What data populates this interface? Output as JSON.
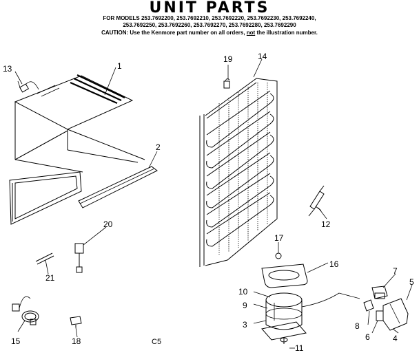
{
  "header": {
    "title": "UNIT PARTS",
    "models_line1": "FOR MODELS 253.7692200, 253.7692210, 253.7692220, 253.7692230, 253.7692240,",
    "models_line2": "253.7692250, 253.7692260, 253.7692270, 253.7692280, 253.7692290",
    "caution_prefix": "CAUTION: Use the Kenmore part number on all orders, ",
    "caution_not": "not",
    "caution_suffix": " the illustration number."
  },
  "callouts": {
    "c1": "1",
    "c2": "2",
    "c3": "3",
    "c4": "4",
    "c5": "5",
    "c6": "6",
    "c7": "7",
    "c8": "8",
    "c9": "9",
    "c10": "10",
    "c11": "11",
    "c12": "12",
    "c13": "13",
    "c14": "14",
    "c15": "15",
    "c16": "16",
    "c17": "17",
    "c18": "18",
    "c19": "19",
    "c20": "20",
    "c21": "21"
  },
  "footer_code": "C5"
}
